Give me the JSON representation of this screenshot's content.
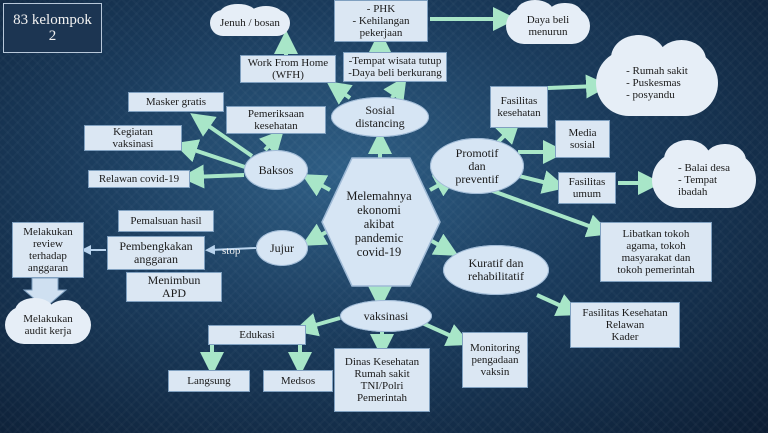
{
  "title": "83 kelompok\n2",
  "center": "Melemahnya\nekonomi\nakibat\npandemic\ncovid-19",
  "nodes": {
    "sosial": "Sosial\ndistancing",
    "baksos": "Baksos",
    "jujur": "Jujur",
    "promotif": "Promotif\ndan\npreventif",
    "kuratif": "Kuratif dan\nrehabilitatif",
    "vaksinasi": "vaksinasi"
  },
  "clouds": {
    "jenuh": "Jenuh / bosan",
    "daya_beli": "Daya beli\nmenurun",
    "rs": "-  Rumah sakit\n-  Puskesmas\n-  posyandu",
    "balai": "-  Balai desa\n-  Tempat\n    ibadah",
    "audit": "Melakukan\naudit kerja"
  },
  "boxes": {
    "phk": "- PHK\n- Kehilangan\npekerjaan",
    "wfh": "Work From Home\n(WFH)",
    "wisata": "-Tempat wisata tutup\n-Daya beli berkurang",
    "masker": "Masker gratis",
    "pemeriksaan": "Pemeriksaan\nkesehatan",
    "vaksinasi_keg": "Kegiatan\nvaksinasi",
    "relawan": "Relawan covid-19",
    "faskes": "Fasilitas\nkesehatan",
    "media": "Media\nsosial",
    "umum": "Fasilitas\numum",
    "libatkan": "Libatkan tokoh\nagama, tokoh\nmasyarakat dan\ntokoh pemerintah",
    "pemalsuan": "Pemalsuan hasil",
    "pembengkakan": "Pembengkakan\nanggaran",
    "menimbun": "Menimbun\nAPD",
    "review": "Melakukan\nreview\nterhadap\nanggaran",
    "faskes_relawan": "Fasilitas Kesehatan\nRelawan\nKader",
    "edukasi": "Edukasi",
    "langsung": "Langsung",
    "medsos": "Medsos",
    "dinas": "Dinas Kesehatan\nRumah sakit\nTNI/Polri\nPemerintah",
    "monitoring": "Monitoring\npengadaan\nvaksin"
  },
  "stop_label": "stop",
  "colors": {
    "node": "#d6e5f4",
    "arrow": "#9fe0c0",
    "background": "#1a3b5c"
  }
}
